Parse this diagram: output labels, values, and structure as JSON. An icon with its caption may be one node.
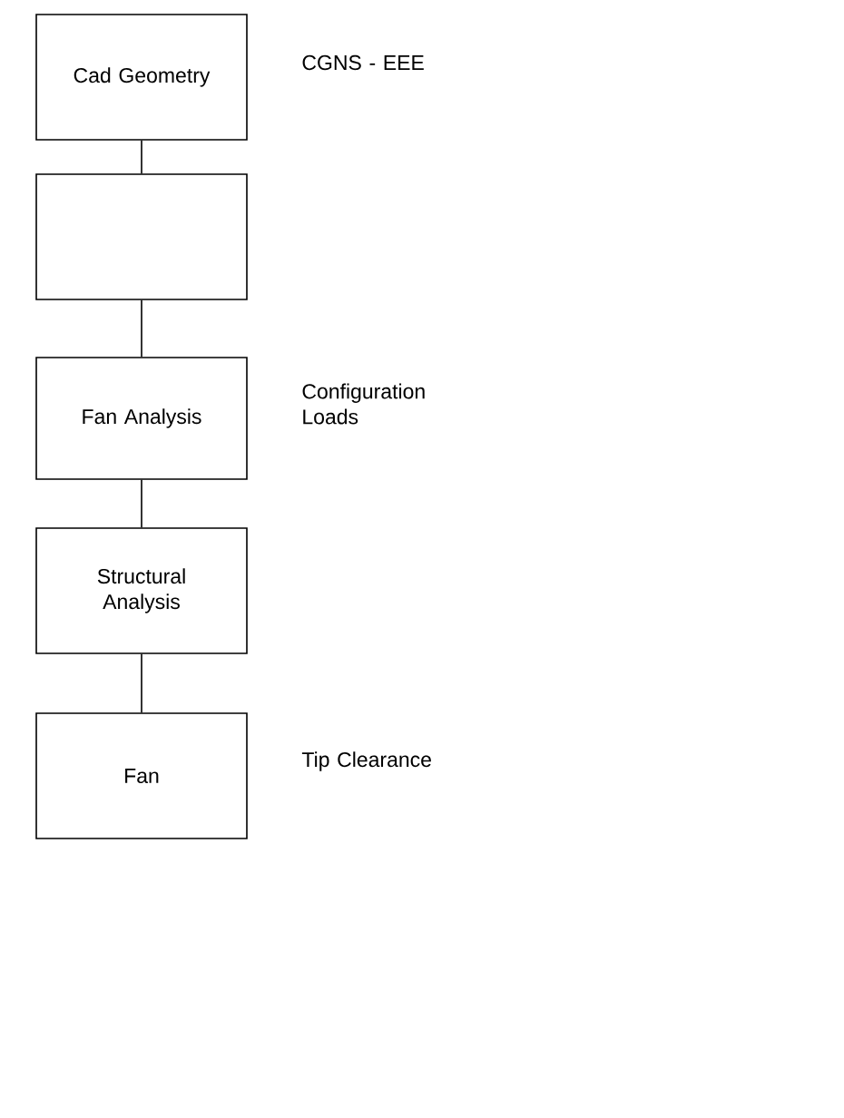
{
  "diagram": {
    "nodes": [
      {
        "text": [
          "Cad Geometry"
        ],
        "beside": [
          "CGNS - EEE"
        ]
      },
      {
        "text": [],
        "shape": "box"
      },
      {
        "text": [
          "Fan Analysis"
        ],
        "beside": [
          "Configuration Loads"
        ]
      },
      {
        "text": [
          "Structural Analysis"
        ]
      },
      {
        "text": [
          "Fan"
        ],
        "beside": [
          "Tip Clearance"
        ]
      }
    ],
    "edges": [
      {
        "from": 0,
        "to": 1,
        "arrow": "none"
      },
      {
        "from": 1,
        "to": 2,
        "arrow": "none"
      },
      {
        "from": 2,
        "to": 3,
        "arrow": "none"
      },
      {
        "from": 3,
        "to": 4,
        "arrow": "none"
      }
    ]
  }
}
